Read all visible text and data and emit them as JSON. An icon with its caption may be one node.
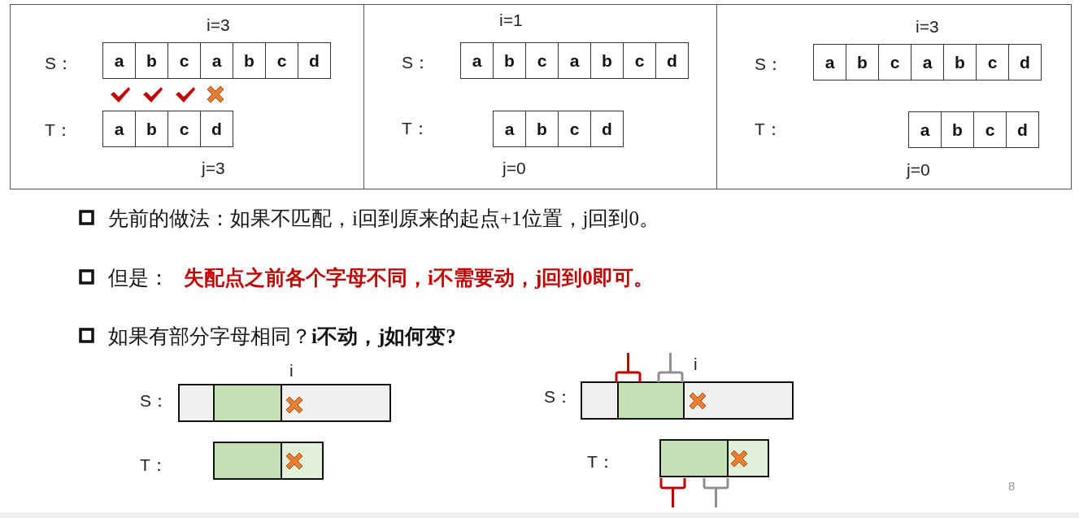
{
  "diagram": {
    "nodes": [
      {
        "text": [
          "i=3",
          "S：",
          "T：",
          "j=3"
        ]
      },
      {
        "text": [
          "a"
        ],
        "in": 0
      },
      {
        "text": [
          "b"
        ],
        "in": 0
      },
      {
        "text": [
          "c"
        ],
        "in": 0
      },
      {
        "text": [
          "a"
        ],
        "in": 0
      },
      {
        "text": [
          "b"
        ],
        "in": 0
      },
      {
        "text": [
          "c"
        ],
        "in": 0
      },
      {
        "text": [
          "d"
        ],
        "in": 0
      },
      {
        "text": [
          "a"
        ],
        "in": 0
      },
      {
        "text": [
          "b"
        ],
        "in": 0
      },
      {
        "text": [
          "c"
        ],
        "in": 0
      },
      {
        "text": [
          "d"
        ],
        "in": 0
      },
      {
        "text": [
          "i=1",
          "S：",
          "T：",
          "j=0"
        ]
      },
      {
        "text": [
          "a"
        ],
        "in": 12
      },
      {
        "text": [
          "b"
        ],
        "in": 12
      },
      {
        "text": [
          "c"
        ],
        "in": 12
      },
      {
        "text": [
          "a"
        ],
        "in": 12
      },
      {
        "text": [
          "b"
        ],
        "in": 12
      },
      {
        "text": [
          "c"
        ],
        "in": 12
      },
      {
        "text": [
          "d"
        ],
        "in": 12
      },
      {
        "text": [
          "a"
        ],
        "in": 12
      },
      {
        "text": [
          "b"
        ],
        "in": 12
      },
      {
        "text": [
          "c"
        ],
        "in": 12
      },
      {
        "text": [
          "d"
        ],
        "in": 12
      },
      {
        "text": [
          "i=3",
          "S：",
          "T：",
          "j=0"
        ]
      },
      {
        "text": [
          "a"
        ],
        "in": 24
      },
      {
        "text": [
          "b"
        ],
        "in": 24
      },
      {
        "text": [
          "c"
        ],
        "in": 24
      },
      {
        "text": [
          "a"
        ],
        "in": 24
      },
      {
        "text": [
          "b"
        ],
        "in": 24
      },
      {
        "text": [
          "c"
        ],
        "in": 24
      },
      {
        "text": [
          "d"
        ],
        "in": 24
      },
      {
        "text": [
          "a"
        ],
        "in": 24
      },
      {
        "text": [
          "b"
        ],
        "in": 24
      },
      {
        "text": [
          "c"
        ],
        "in": 24
      },
      {
        "text": [
          "d"
        ],
        "in": 24
      }
    ],
    "labels": [
      "先前的做法：如果不匹配，i回到原来的起点+1位置，j回到0。",
      "但是：",
      "失配点之前各个字母不同，i不需要动，j回到0即可。",
      "如果有部分字母相同？**i不动，j如何变?**",
      "i",
      "S：",
      "T：",
      "S：",
      "i",
      "T：",
      "8"
    ]
  }
}
